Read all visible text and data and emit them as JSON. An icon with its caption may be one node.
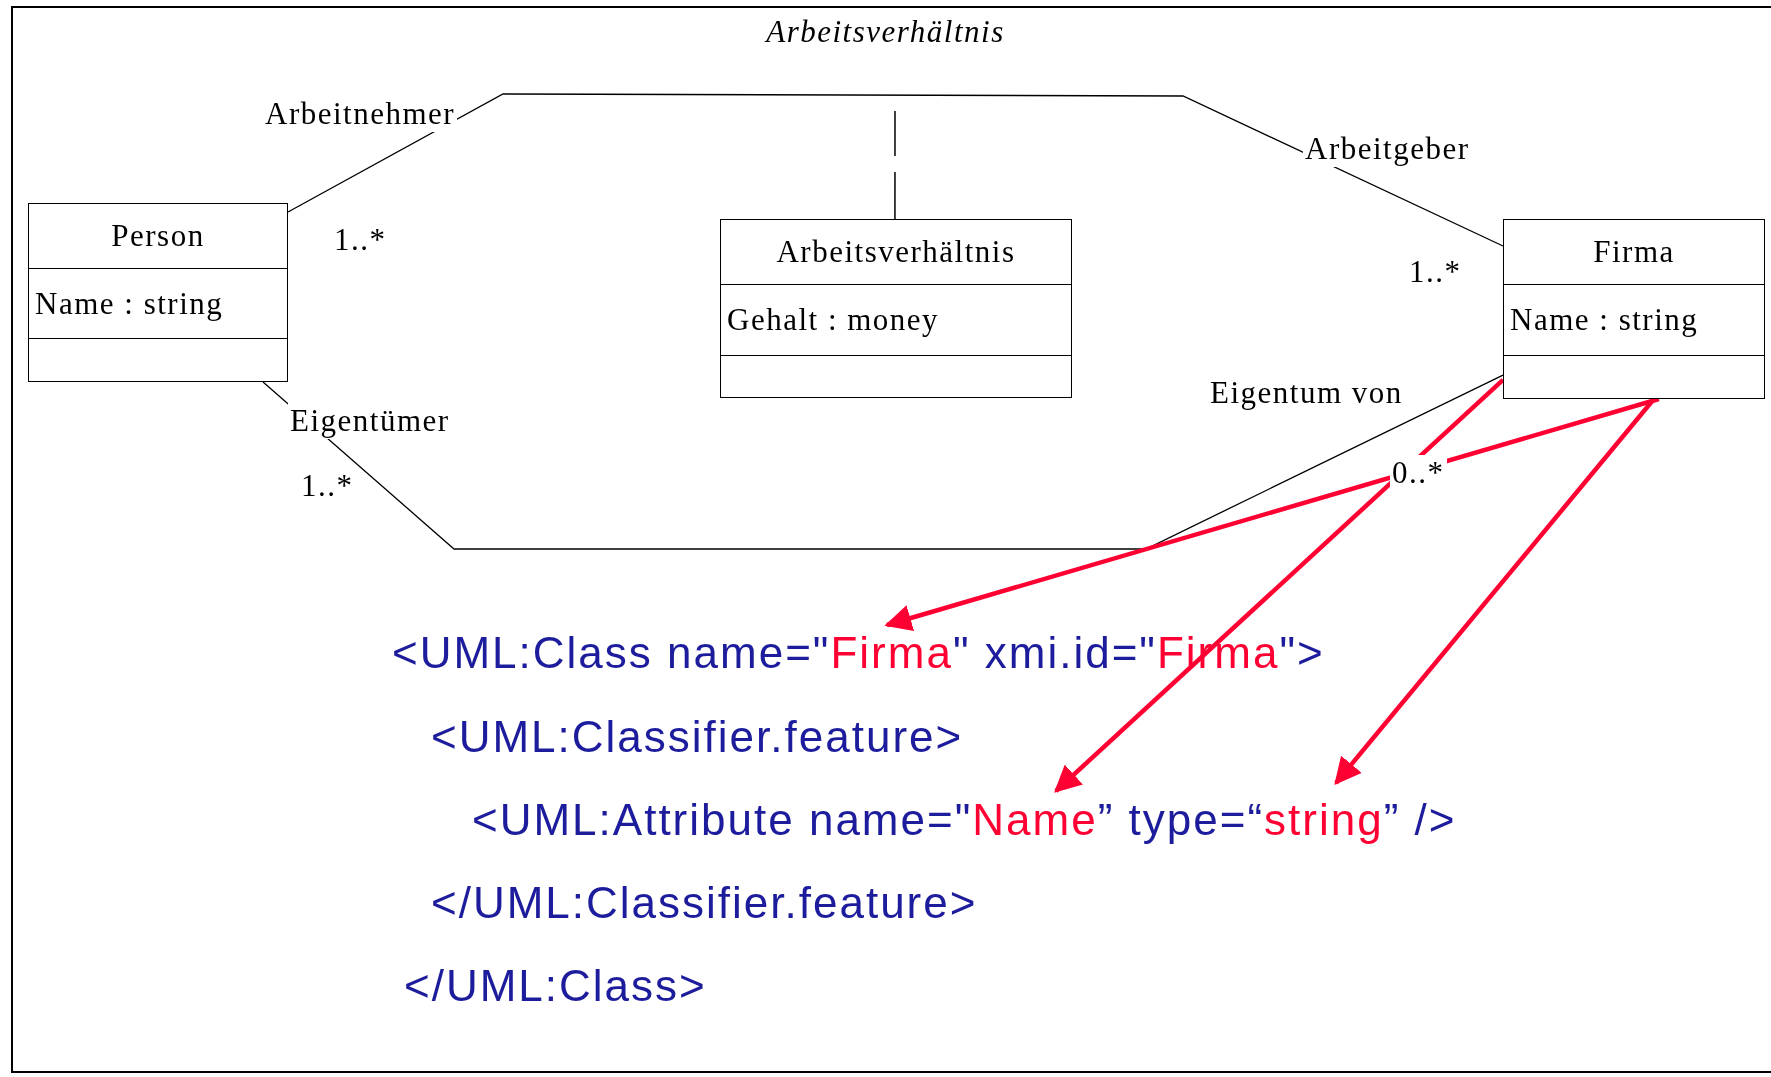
{
  "diagram": {
    "title": "Arbeitsverhältnis",
    "nodes": [
      {
        "text": [
          "Person",
          "Name : string"
        ]
      },
      {
        "text": [
          "Arbeitsverhältnis",
          "Gehalt : money"
        ]
      },
      {
        "text": [
          "Firma",
          "Name : string"
        ]
      },
      {
        "text": [
          "<UML:Class name=\"",
          "Firma",
          "\" xmi.id=\"",
          "Firma",
          "\">"
        ]
      },
      {
        "text": [
          "<UML:Attribute name=\"",
          "Name",
          "” type=“",
          "string",
          "” />"
        ]
      }
    ],
    "edges": [
      {
        "from": 0,
        "to": 2,
        "arrow": "none"
      },
      {
        "from": 0,
        "to": 2,
        "arrow": "none"
      },
      {
        "from": 1,
        "to": null,
        "arrow": "none",
        "style": "dashed"
      },
      {
        "from": 2,
        "to": 3,
        "arrow": "to",
        "style": "thick",
        "color": "#ff0033"
      },
      {
        "from": 2,
        "to": 4,
        "arrow": "to",
        "style": "thick",
        "color": "#ff0033"
      },
      {
        "from": 2,
        "to": 4,
        "arrow": "to",
        "style": "thick",
        "color": "#ff0033"
      }
    ],
    "labels": [
      "Arbeitnehmer",
      "1..*",
      "Arbeitgeber",
      "1..*",
      "Eigentümer",
      "1..*",
      "Eigentum von",
      "0..*",
      "<UML:Classifier.feature>",
      "</UML:Classifier.feature>",
      "</UML:Class>"
    ]
  }
}
